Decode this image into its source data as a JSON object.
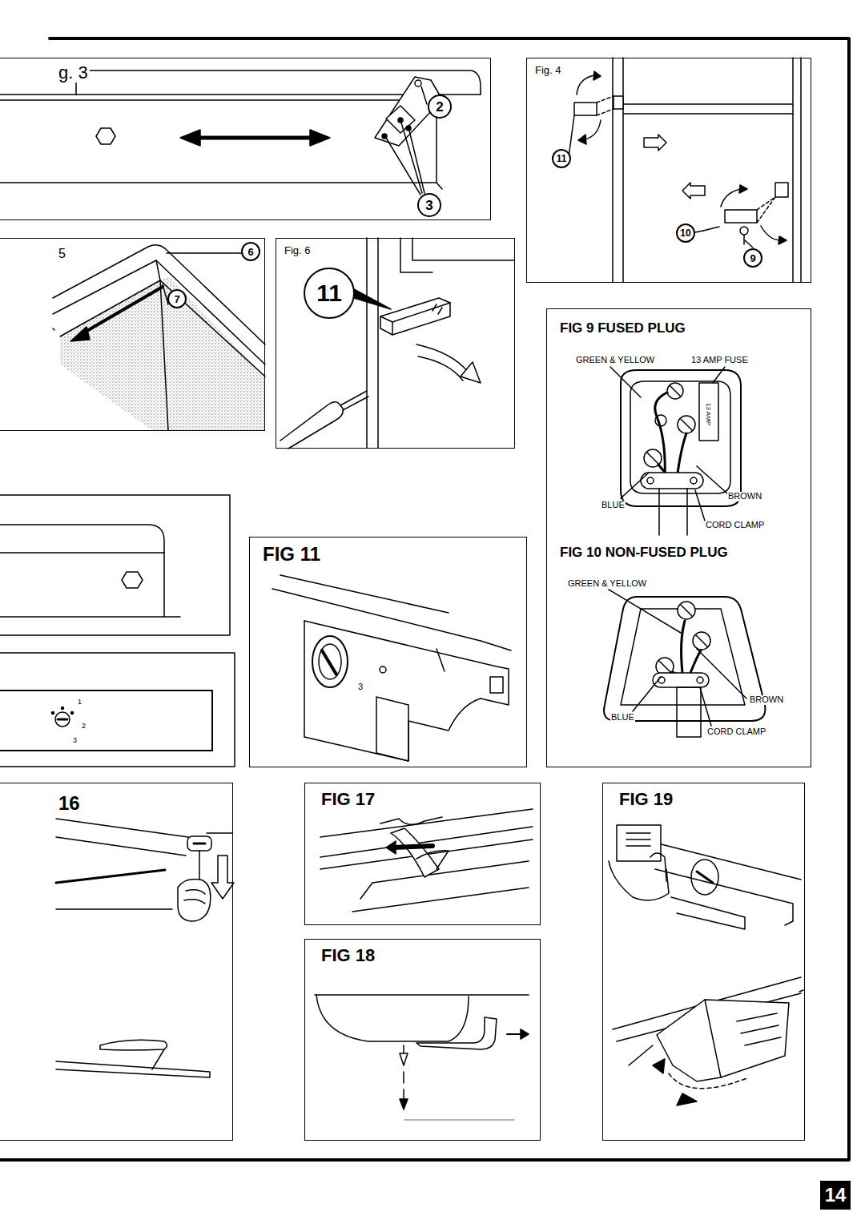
{
  "diagram": {
    "nodes": [
      {
        "text": [
          "g. 3"
        ]
      },
      {
        "text": [
          "2"
        ],
        "in": 0
      },
      {
        "text": [
          "3"
        ],
        "in": 0
      },
      {
        "text": [
          "Fig. 4"
        ]
      },
      {
        "text": [
          "11"
        ],
        "in": 3
      },
      {
        "text": [
          "10"
        ],
        "in": 3
      },
      {
        "text": [
          "9"
        ],
        "in": 3
      },
      {
        "text": [
          "5"
        ]
      },
      {
        "text": [
          "6"
        ],
        "in": 7
      },
      {
        "text": [
          "7"
        ],
        "in": 7
      },
      {
        "text": [
          "Fig. 6"
        ]
      },
      {
        "text": [
          "11"
        ],
        "in": 10
      },
      {
        "text": [
          "FIG 9 FUSED PLUG",
          "FIG 10 NON-FUSED PLUG"
        ]
      },
      {
        "text": [
          "FIG 11"
        ]
      },
      {
        "text": [
          "16"
        ]
      },
      {
        "text": [
          "FIG 17"
        ]
      },
      {
        "text": [
          "FIG 18"
        ]
      },
      {
        "text": [
          "FIG 19"
        ]
      },
      {
        "text": [
          "14"
        ]
      }
    ],
    "labels": [
      "GREEN & YELLOW",
      "13 AMP FUSE",
      "13 AMP",
      "BLUE",
      "BROWN",
      "CORD CLAMP",
      "GREEN & YELLOW",
      "BLUE",
      "BROWN",
      "CORD CLAMP",
      "1",
      "2",
      "3",
      "3"
    ]
  }
}
